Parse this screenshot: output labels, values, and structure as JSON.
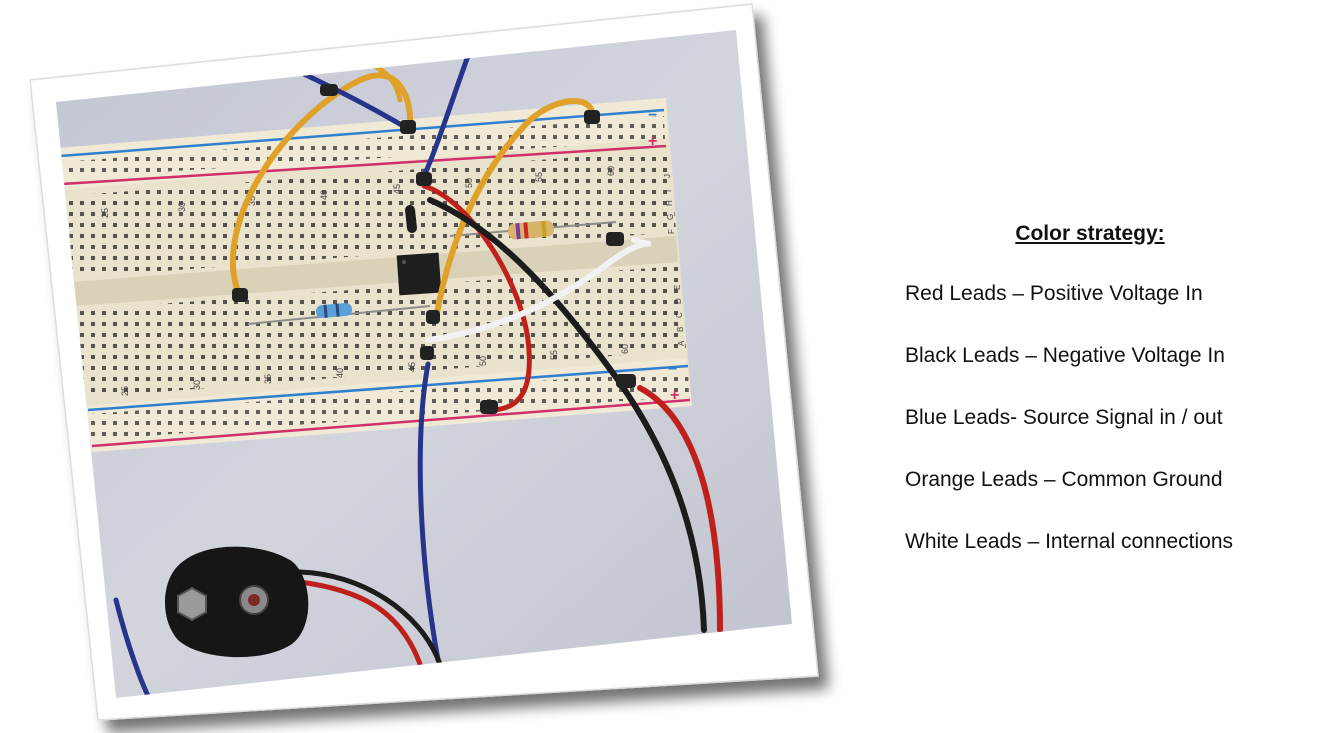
{
  "slide": {
    "heading": "Color strategy:",
    "legend_items": [
      "Red Leads – Positive Voltage In",
      "Black Leads – Negative Voltage In",
      "Blue Leads- Source Signal in / out",
      "Orange Leads – Common Ground",
      "White Leads – Internal connections"
    ]
  },
  "photo": {
    "top_row_numbers": [
      "25",
      "30",
      "35",
      "40",
      "45",
      "50",
      "55",
      "60"
    ],
    "bottom_row_numbers": [
      "25",
      "30",
      "35",
      "40",
      "45",
      "50",
      "55",
      "60"
    ],
    "row_letters_upper": [
      "J",
      "I",
      "H",
      "G",
      "F"
    ],
    "row_letters_lower": [
      "E",
      "D",
      "C",
      "B",
      "A"
    ],
    "rail_minus": "−",
    "rail_plus": "+",
    "colors": {
      "red_lead": "#c0201c",
      "black_lead": "#1c1c1c",
      "blue_lead": "#27348b",
      "orange_lead": "#e0a12a",
      "white_lead": "#e8e8e8",
      "breadboard": "#ece4cf",
      "rail_red": "#d0306a",
      "rail_blue": "#2f7fd0",
      "table_background": "#c9ccd6"
    }
  }
}
